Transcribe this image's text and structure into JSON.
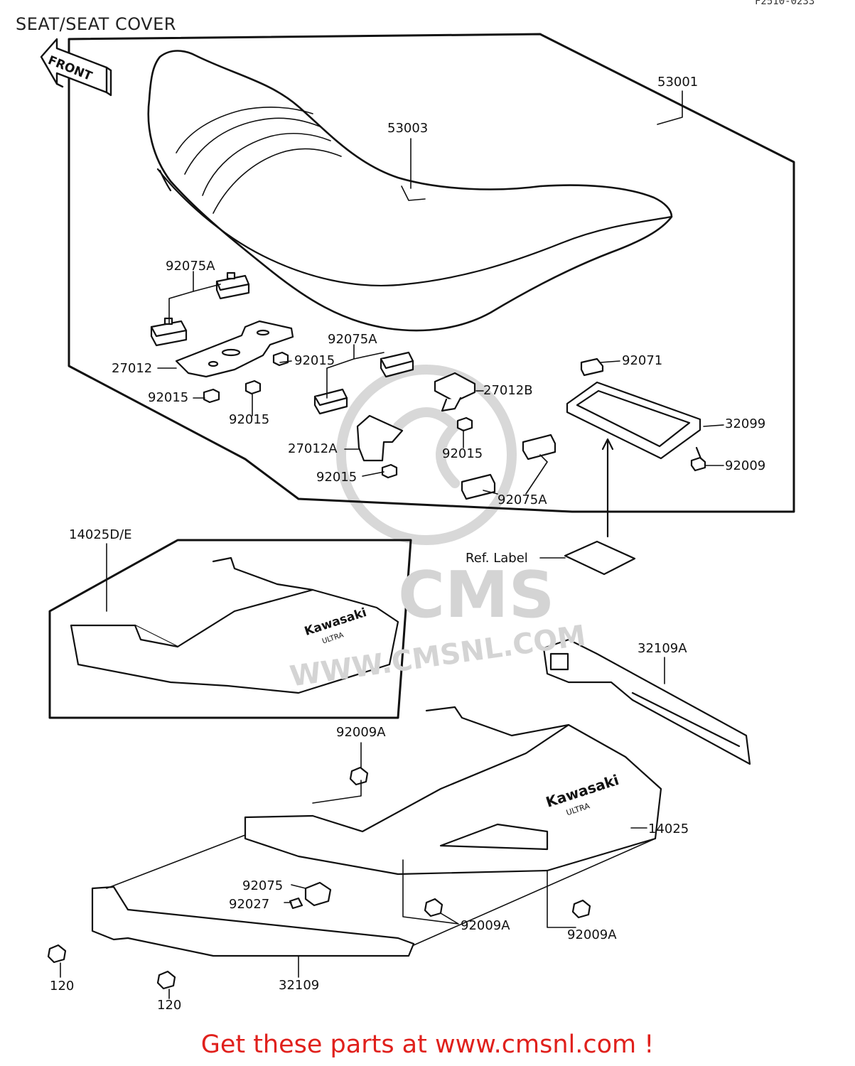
{
  "header": {
    "title": "SEAT/SEAT COVER",
    "code": "F2510-0233"
  },
  "front_arrow": {
    "label": "FRONT"
  },
  "watermark": {
    "brand": "CMS",
    "url": "WWW.CMSNL.COM"
  },
  "decals": {
    "brand": "Kawasaki",
    "model": "ULTRA"
  },
  "labels": {
    "p53001": "53001",
    "p53003": "53003",
    "p92075A_1": "92075A",
    "p92075A_2": "92075A",
    "p92075A_3": "92075A",
    "p27012": "27012",
    "p27012A": "27012A",
    "p27012B": "27012B",
    "p92015_1": "92015",
    "p92015_2": "92015",
    "p92015_3": "92015",
    "p92015_4": "92015",
    "p92015_5": "92015",
    "p92071": "92071",
    "p32099": "32099",
    "p92009": "92009",
    "ref_label": "Ref. Label",
    "p14025DE": "14025D/E",
    "p32109A": "32109A",
    "p92009A_1": "92009A",
    "p92009A_2": "92009A",
    "p92009A_3": "92009A",
    "p14025": "14025",
    "p92075": "92075",
    "p92027": "92027",
    "p120_1": "120",
    "p120_2": "120",
    "p32109": "32109"
  },
  "footer": {
    "text": "Get these parts at www.cmsnl.com !"
  }
}
